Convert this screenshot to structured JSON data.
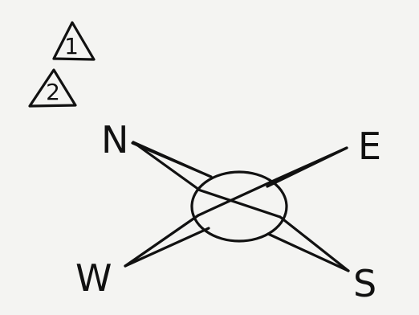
{
  "markers": [
    {
      "label": "1"
    },
    {
      "label": "2"
    }
  ],
  "compass": {
    "n": "N",
    "e": "E",
    "w": "W",
    "s": "S"
  }
}
